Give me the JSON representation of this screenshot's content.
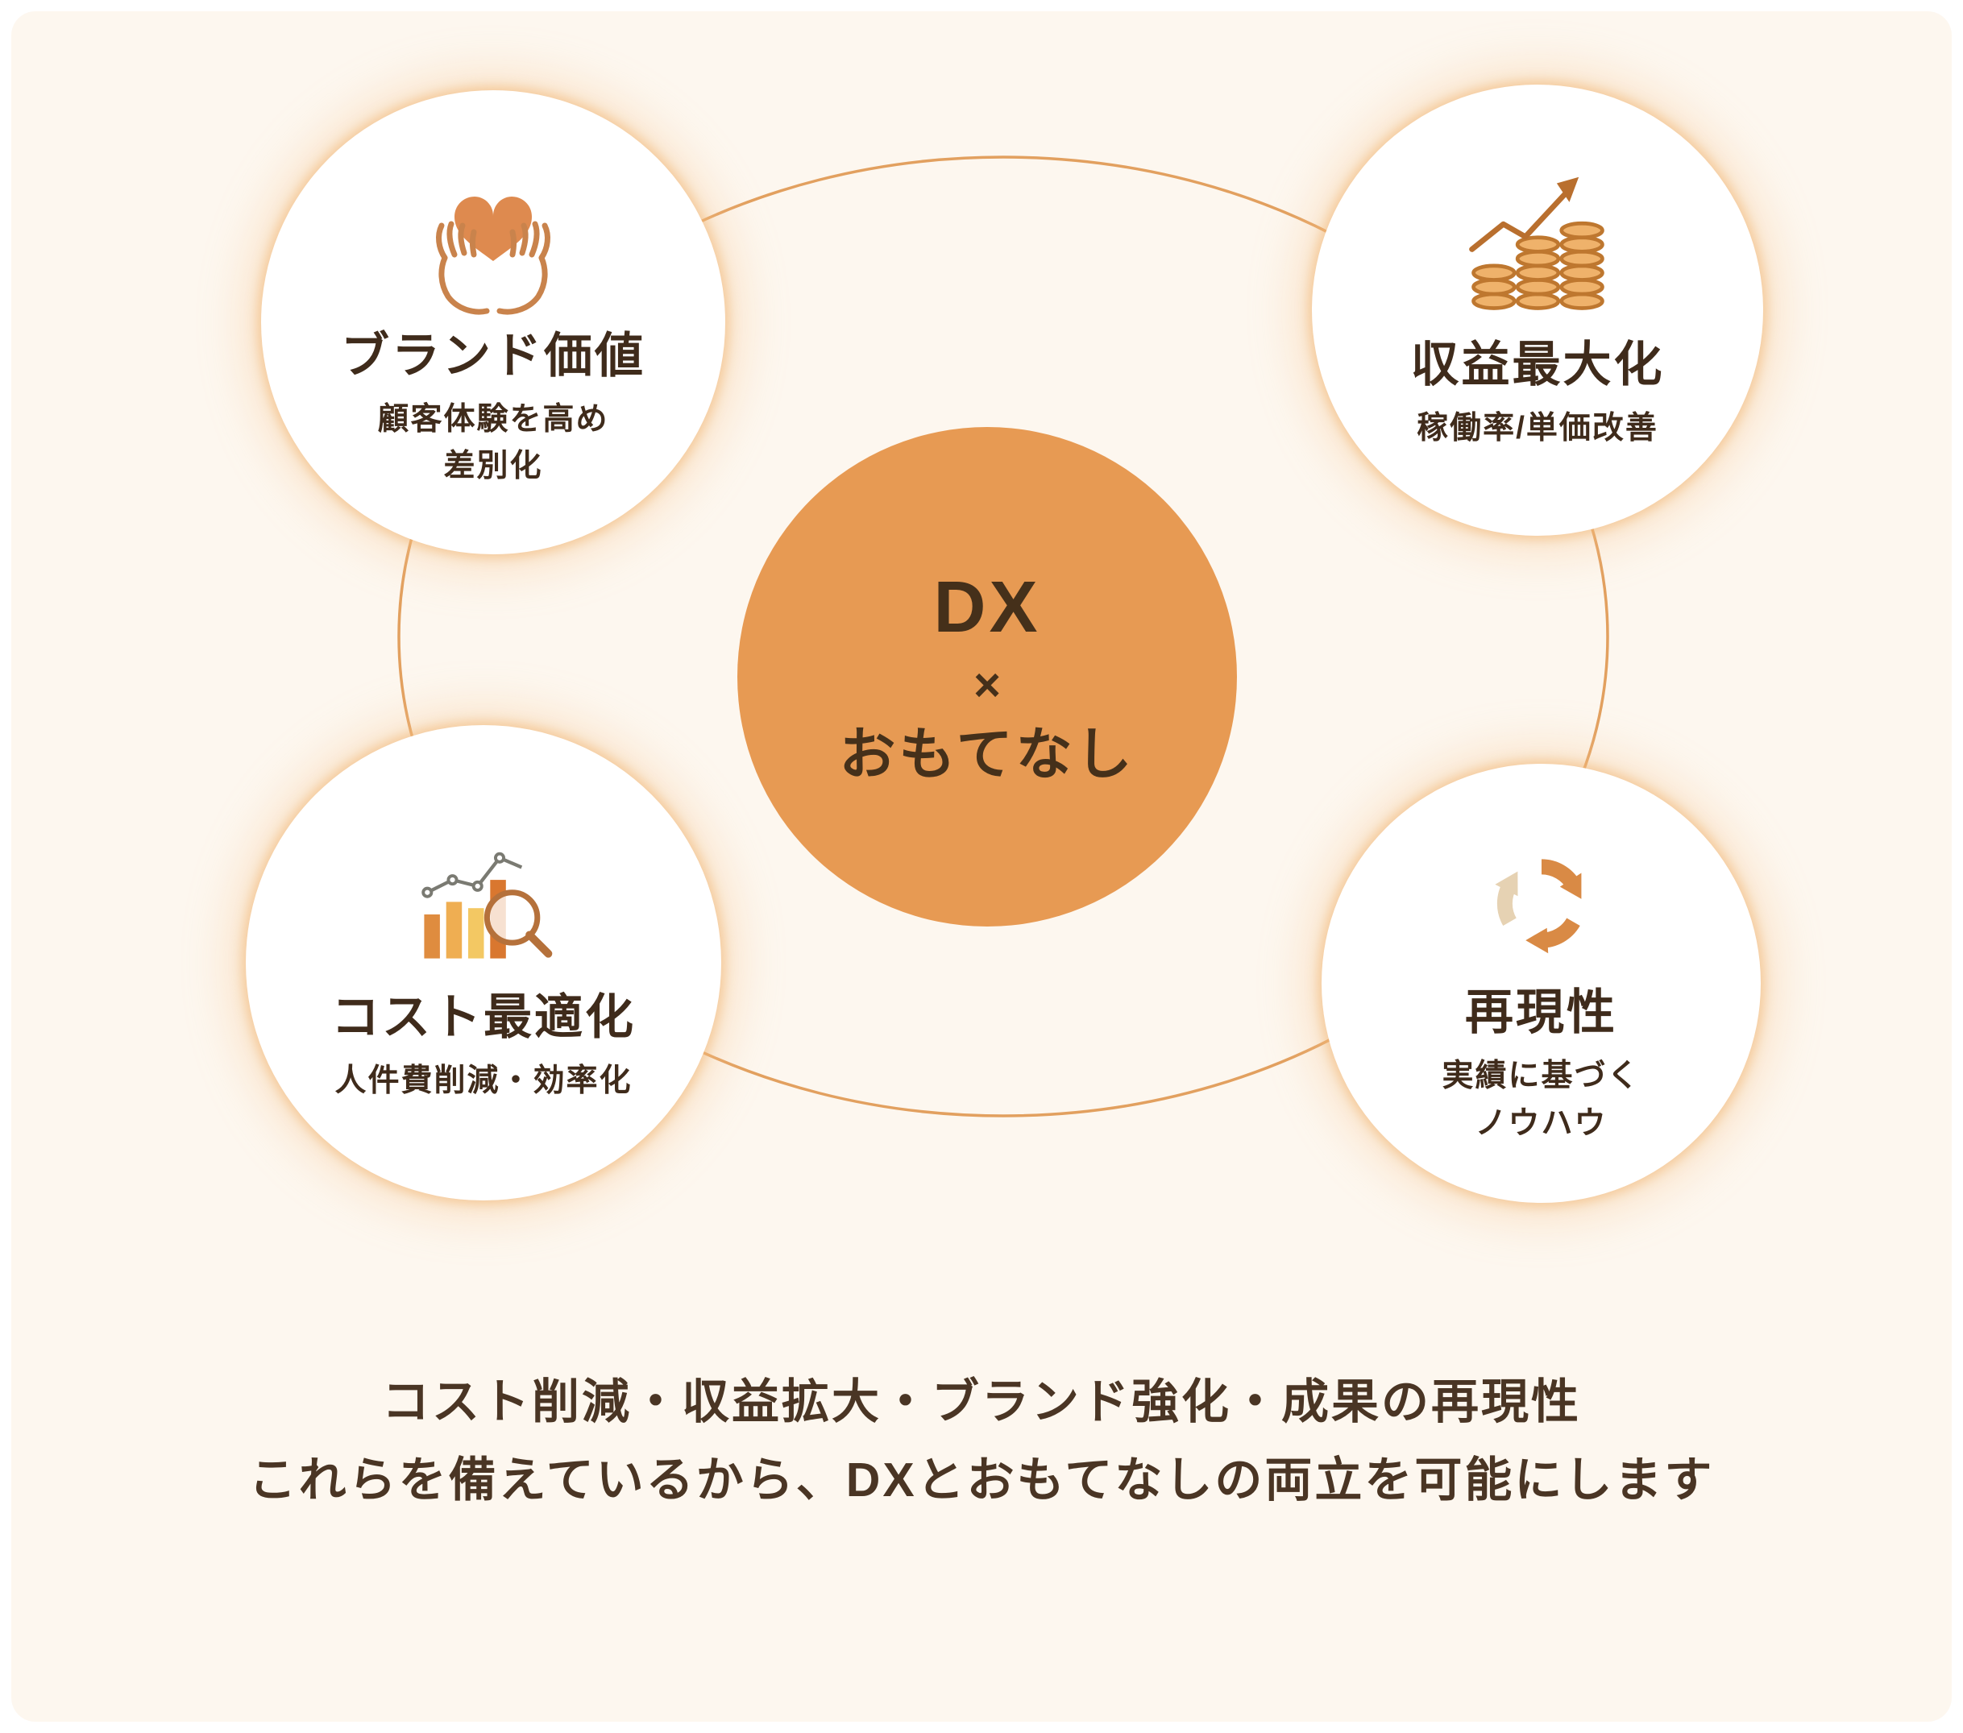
{
  "diagram": {
    "center": {
      "top": "DX",
      "middle": "×",
      "bottom": "おもてなし"
    },
    "nodes": [
      {
        "icon": "heart-in-hands-icon",
        "title": "ブランド価値",
        "subtitle_lines": [
          "顧客体験を高め",
          "差別化"
        ]
      },
      {
        "icon": "coins-growth-icon",
        "title": "収益最大化",
        "subtitle_lines": [
          "稼働率/単価改善"
        ]
      },
      {
        "icon": "bar-chart-magnifier-icon",
        "title": "コスト最適化",
        "subtitle_lines": [
          "人件費削減・効率化"
        ]
      },
      {
        "icon": "recycle-arrows-icon",
        "title": "再現性",
        "subtitle_lines": [
          "実績に基づく",
          "ノウハウ"
        ]
      }
    ]
  },
  "footer": {
    "line1": "コスト削減・収益拡大・ブランド強化・成果の再現性",
    "line2": "これらを備えているから、DXとおもてなしの両立を可能にします"
  },
  "colors": {
    "background": "#FDF7EF",
    "center_circle": "#E79A53",
    "connector_line": "#E2A05F",
    "text_dark": "#3F2B1B",
    "glow": "#F0B478"
  }
}
